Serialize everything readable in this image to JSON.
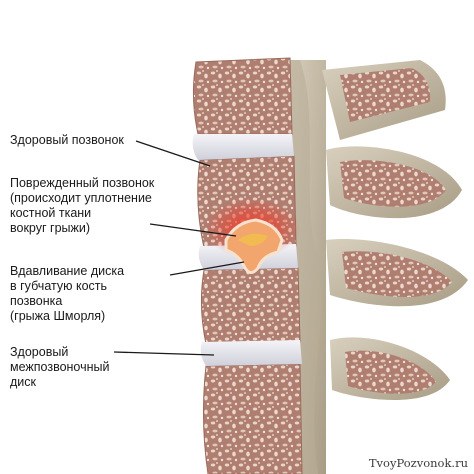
{
  "labels": {
    "healthy_vertebra": "Здоровый позвонок",
    "damaged_vertebra": [
      "Поврежденный позвонок",
      "(происходит уплотнение",
      "костной ткани",
      "вокруг грыжи)"
    ],
    "disc_pressing": [
      "Вдавливание диска",
      "в губчатую кость",
      "позвонка",
      "(грыжа Шморля)"
    ],
    "healthy_disc": [
      "Здоровый",
      "межпозвоночный",
      "диск"
    ]
  },
  "watermark": "TvoyPozvonok.ru",
  "colors": {
    "bone_fill": "#b8877a",
    "bone_speckle": "#e6d2c4",
    "disc": "#e4e4ea",
    "inflammation": "#e23a2a",
    "herniation": "#f4b07a",
    "posterior_bone": "#c9c0ad",
    "leader_line": "#1a1a1a"
  }
}
